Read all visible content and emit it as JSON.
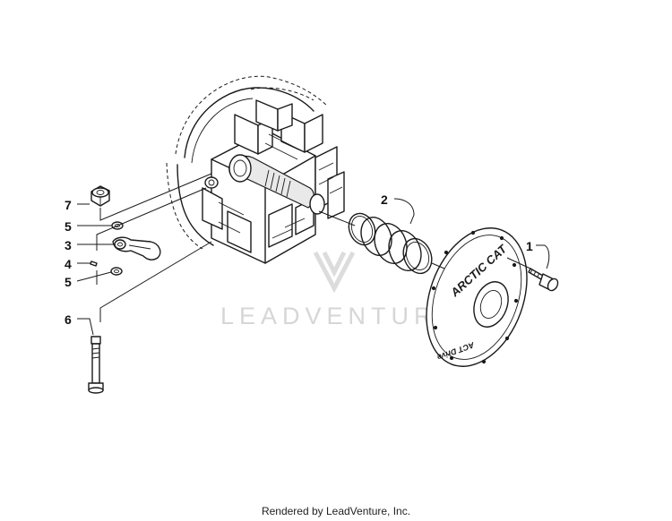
{
  "callouts": [
    "1",
    "2",
    "3",
    "4",
    "5",
    "5",
    "6",
    "7"
  ],
  "watermark": "LEADVENTURE",
  "cover_logo": {
    "brand": "ARCTIC CAT",
    "model": "ACT Drive"
  },
  "footer": "Rendered by LeadVenture, Inc."
}
